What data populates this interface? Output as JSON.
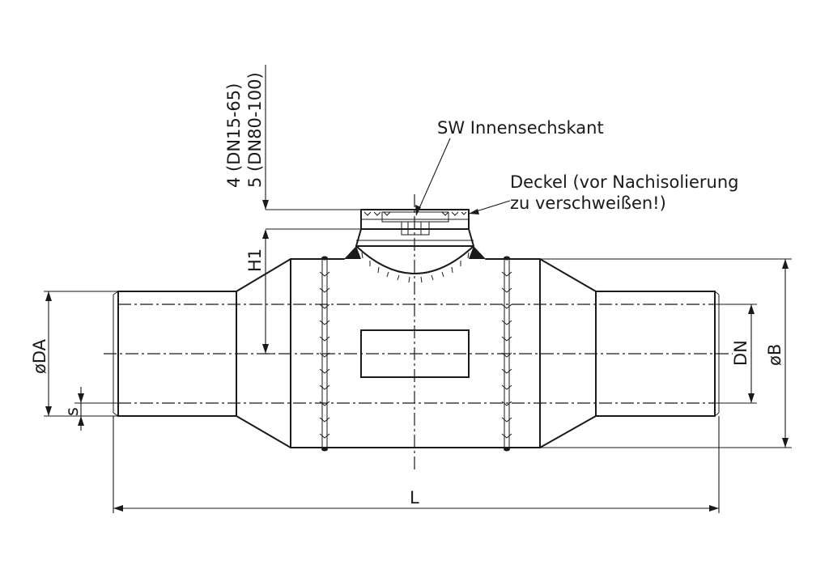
{
  "labels": {
    "sw": "SW Innensechskant",
    "deckel_line1": "Deckel (vor Nachisolierung",
    "deckel_line2": "zu verschweißen!)",
    "height_dn15": "4 (DN15-65)",
    "height_dn80": "5 (DN80-100)",
    "h1": "H1",
    "da": "øDA",
    "s": "s",
    "dn": "DN",
    "b": "øB",
    "l": "L"
  }
}
